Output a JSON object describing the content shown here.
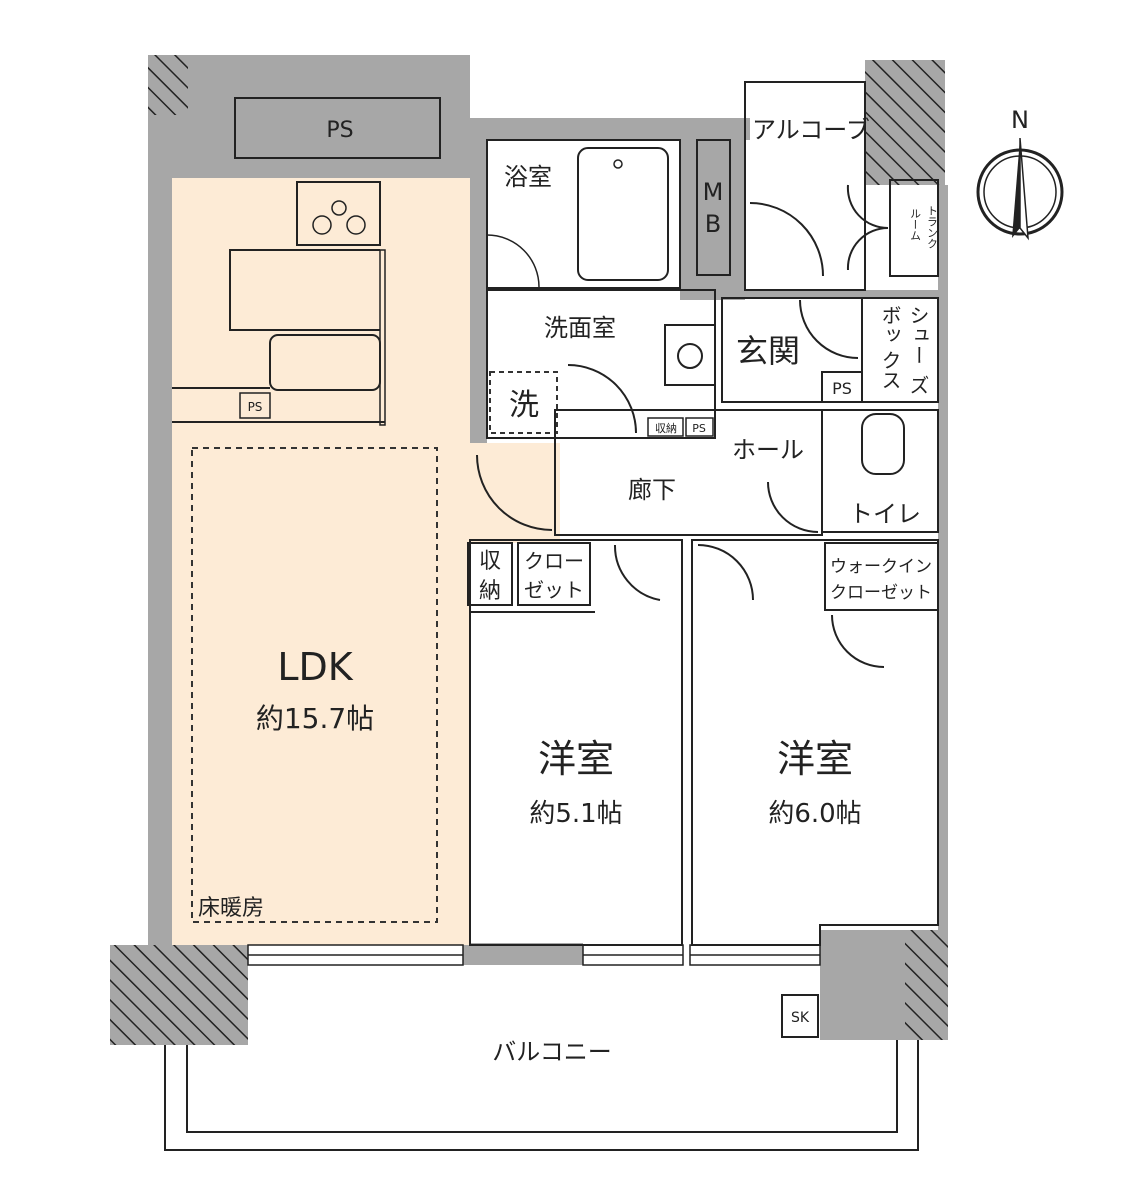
{
  "colors": {
    "wall": "#a7a7a7",
    "ldk": "#fdebd6",
    "western_room": "#fefaea",
    "wet_area": "#e1f1fb",
    "storage": "#d9cfb6"
  },
  "compass": {
    "north_label": "N"
  },
  "rooms": {
    "ps_top": "PS",
    "bath": "浴室",
    "mb_1": "M",
    "mb_2": "B",
    "alcove": "アルコーブ",
    "trunk_room_1": "トランク",
    "trunk_room_2": "ルーム",
    "washroom": "洗面室",
    "washer": "洗",
    "entrance": "玄関",
    "shoe_box_1": "シュー",
    "shoe_box_1b": "ズ",
    "shoe_box_2": "ボッ",
    "shoe_box_3": "クス",
    "ps_entrance": "PS",
    "storage_small": "収納",
    "ps_small": "PS",
    "hall": "ホール",
    "corridor": "廊下",
    "toilet": "トイレ",
    "kitchen_ps": "PS",
    "storage_1": "収",
    "storage_2": "納",
    "closet_1": "クロー",
    "closet_2": "ゼット",
    "wic_1": "ウォークイン",
    "wic_2": "クローゼット",
    "ldk_name": "LDK",
    "ldk_size": "約15.7帖",
    "floor_heating": "床暖房",
    "western1_name": "洋室",
    "western1_size": "約5.1帖",
    "western2_name": "洋室",
    "western2_size": "約6.0帖",
    "sk": "SK",
    "balcony": "バルコニー"
  }
}
